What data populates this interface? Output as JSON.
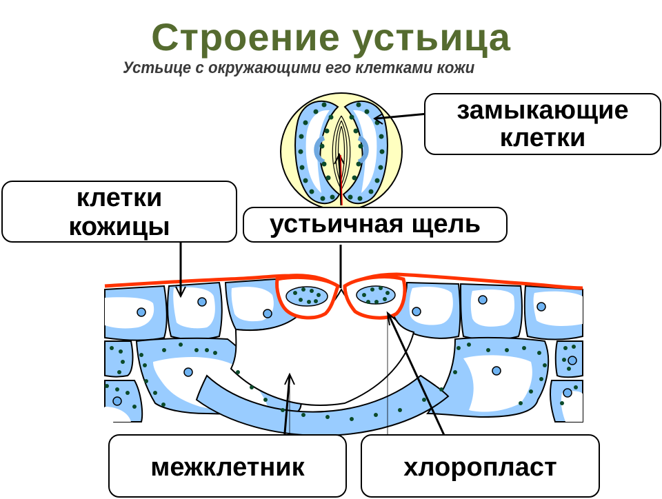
{
  "title": "Строение устьица",
  "subtitle": "Устьице с окружающими его клетками кожи",
  "labels": {
    "guard_cells": {
      "line1": "замыкающие",
      "line2": "клетки"
    },
    "epidermal_cells": {
      "line1": "клетки",
      "line2": "кожицы"
    },
    "stomatal_slit": "устьичная щель",
    "intercellular_space": "межклетник",
    "chloroplast": "хлоропласт"
  },
  "colors": {
    "title": "#556b2f",
    "cuticle_red": "#ff3300",
    "cytoplasm_blue": "#99ccff",
    "nucleus_blue": "#6fb3f2",
    "chloroplast_green": "#0b4a2a",
    "stoma_background_yellow": "#ffffc0"
  }
}
